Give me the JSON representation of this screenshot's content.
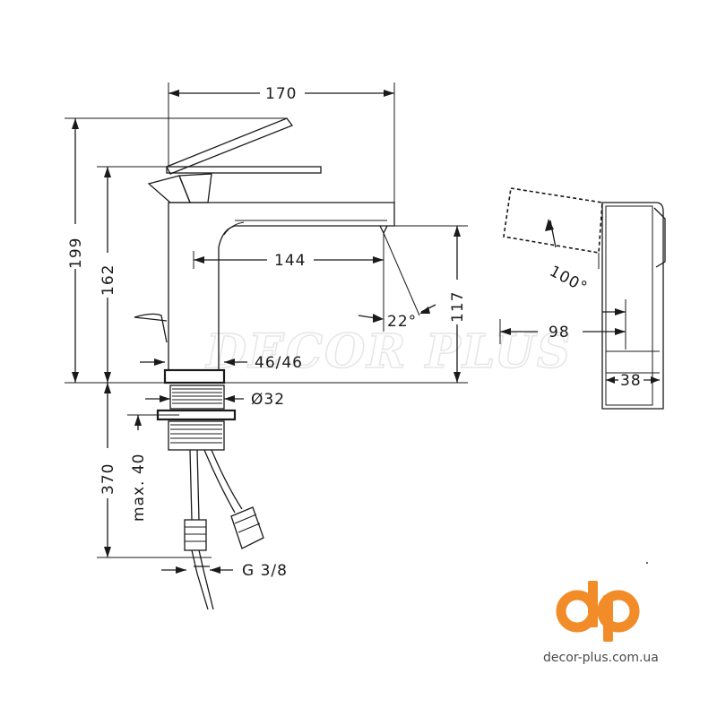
{
  "dimensions": {
    "overall_width": "170",
    "overall_height": "199",
    "body_height": "162",
    "spout_reach": "144",
    "spout_angle": "22°",
    "outlet_height": "117",
    "base_size": "46/46",
    "hole_diameter": "Ø32",
    "hose_length": "370",
    "max_thickness": "max. 40",
    "connection_thread": "G 3/8",
    "lever_angle": "100°",
    "side_depth": "98",
    "lever_width": "38"
  },
  "watermark": "DECOR PLUS",
  "logo": {
    "mark": "dp",
    "url_text": "decor-plus.com.ua",
    "color": "#f28c28"
  }
}
